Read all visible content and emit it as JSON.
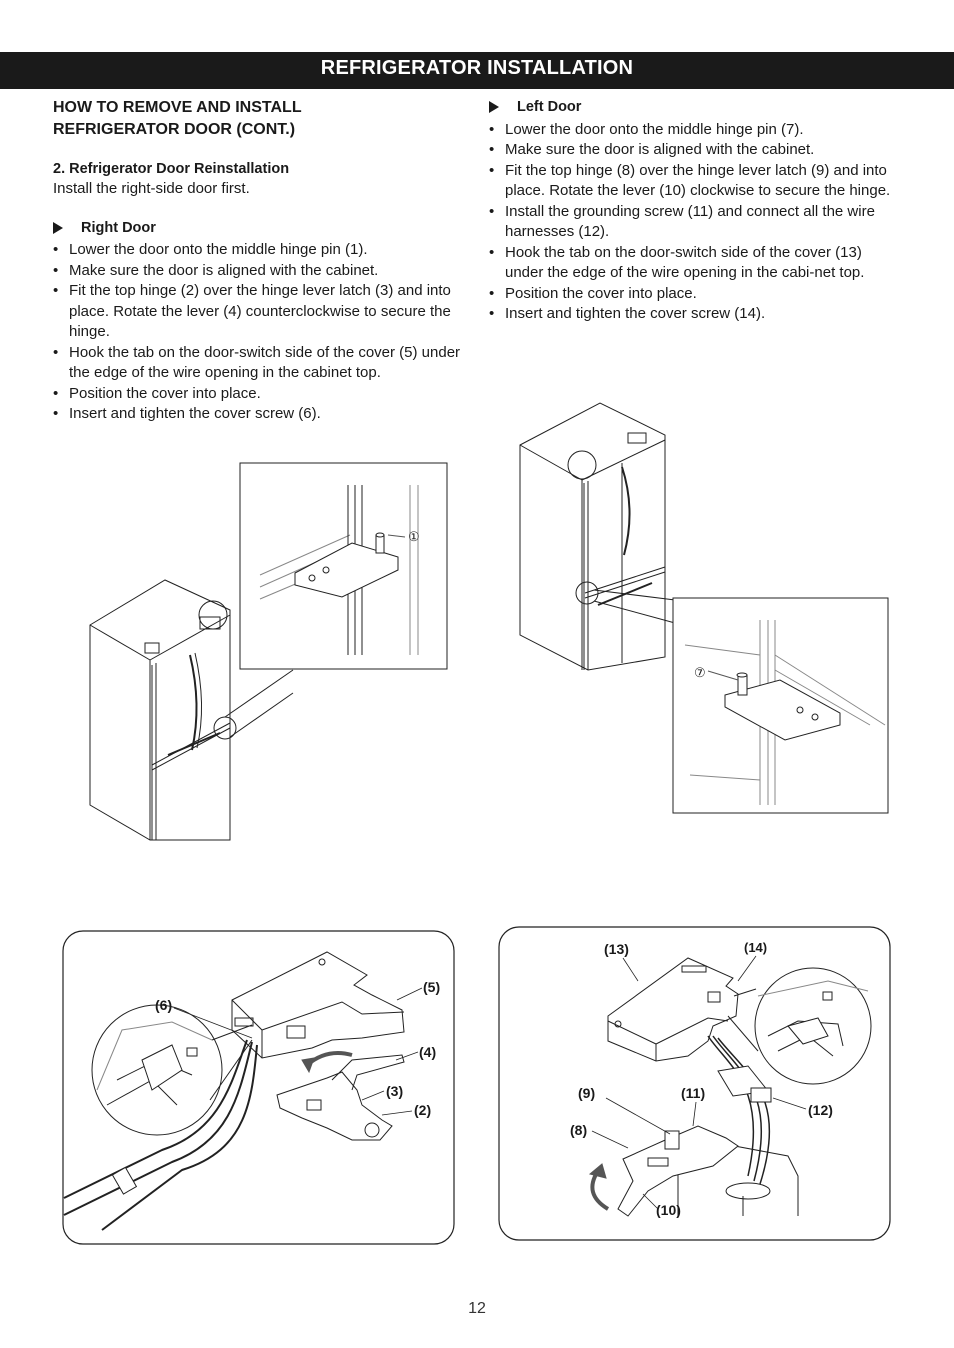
{
  "banner": {
    "title": "REFRIGERATOR INSTALLATION"
  },
  "section": {
    "title_line1": "HOW TO REMOVE AND INSTALL",
    "title_line2": "REFRIGERATOR DOOR (CONT.)",
    "subheading": "2. Refrigerator Door Reinstallation",
    "intro": "Install the right-side door first."
  },
  "right_door": {
    "heading": "Right Door",
    "steps": [
      "Lower the door onto the middle hinge pin (1).",
      "Make sure the door is aligned with the cabinet.",
      "Fit the top hinge (2) over the hinge lever latch (3) and into place. Rotate the lever (4) counterclockwise to secure the hinge.",
      "Hook the tab on the door-switch side of the cover (5) under the edge of the wire opening in the cabinet top.",
      "Position the cover into place.",
      "Insert and tighten the cover screw (6)."
    ]
  },
  "left_door": {
    "heading": "Left Door",
    "steps": [
      "Lower the door onto the middle hinge pin (7).",
      "Make sure the door is aligned with the cabinet.",
      "Fit the top hinge (8) over the hinge lever latch (9) and into place. Rotate the lever (10) clockwise to secure the hinge.",
      "Install the grounding screw (11) and connect all the wire harnesses (12).",
      "Hook the tab on the door-switch side of the cover (13) under the edge of the wire opening in the cabi-net top.",
      "Position the cover into place.",
      "Insert and tighten the cover screw (14)."
    ]
  },
  "figure_labels": {
    "pin_1": "①",
    "pin_7": "⑦",
    "l2": "(2)",
    "l3": "(3)",
    "l4": "(4)",
    "l5": "(5)",
    "l6": "(6)",
    "l8": "(8)",
    "l9": "(9)",
    "l10": "(10)",
    "l11": "(11)",
    "l12": "(12)",
    "l13": "(13)",
    "l14": "(14)"
  },
  "page": {
    "number": "12"
  }
}
